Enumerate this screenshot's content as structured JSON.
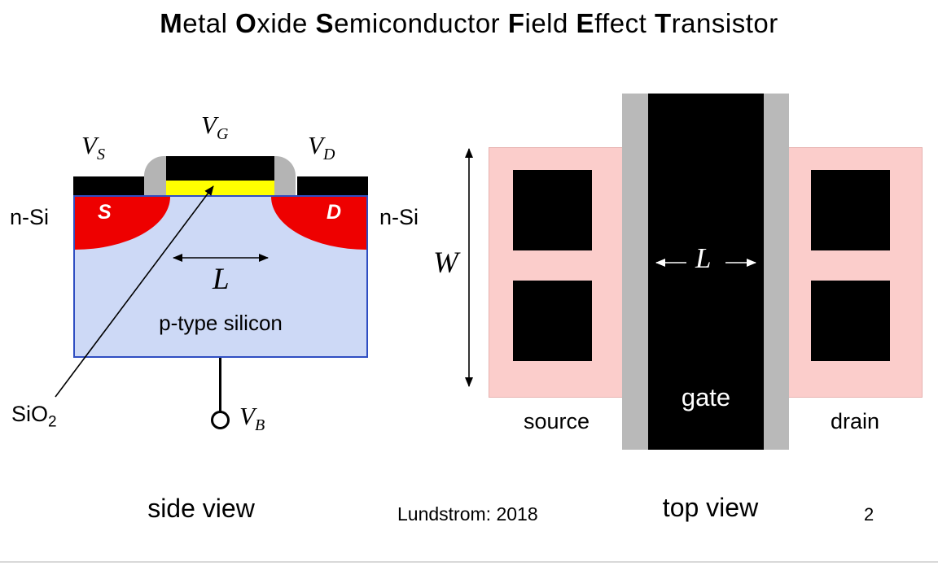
{
  "title": {
    "parts": [
      "M",
      "etal ",
      "O",
      "xide ",
      "S",
      "emiconductor ",
      "F",
      "ield ",
      "E",
      "ffect ",
      "T",
      "ransistor"
    ]
  },
  "side_view": {
    "caption": "side view",
    "v_s": {
      "base": "V",
      "sub": "S"
    },
    "v_g": {
      "base": "V",
      "sub": "G"
    },
    "v_d": {
      "base": "V",
      "sub": "D"
    },
    "v_b": {
      "base": "V",
      "sub": "B"
    },
    "n_si_left": "n-Si",
    "n_si_right": "n-Si",
    "source_letter": "S",
    "drain_letter": "D",
    "channel_length_label": "L",
    "body_label": "p-type silicon",
    "oxide_label": {
      "base": "SiO",
      "sub": "2"
    }
  },
  "top_view": {
    "caption": "top view",
    "width_label": "W",
    "length_label": "L",
    "gate_label": "gate",
    "source_label": "source",
    "drain_label": "drain"
  },
  "footer": {
    "credit": "Lundstrom: 2018",
    "page_number": "2"
  },
  "colors": {
    "body_fill": "#cdd9f6",
    "body_border": "#2f4ec2",
    "diffusion_red": "#ee0000",
    "oxide_yellow": "#ffff00",
    "spacer_gray": "#b4b4b4",
    "active_pink": "#fbcdcb",
    "contact_black": "#000000",
    "label_white": "#ffffff"
  }
}
